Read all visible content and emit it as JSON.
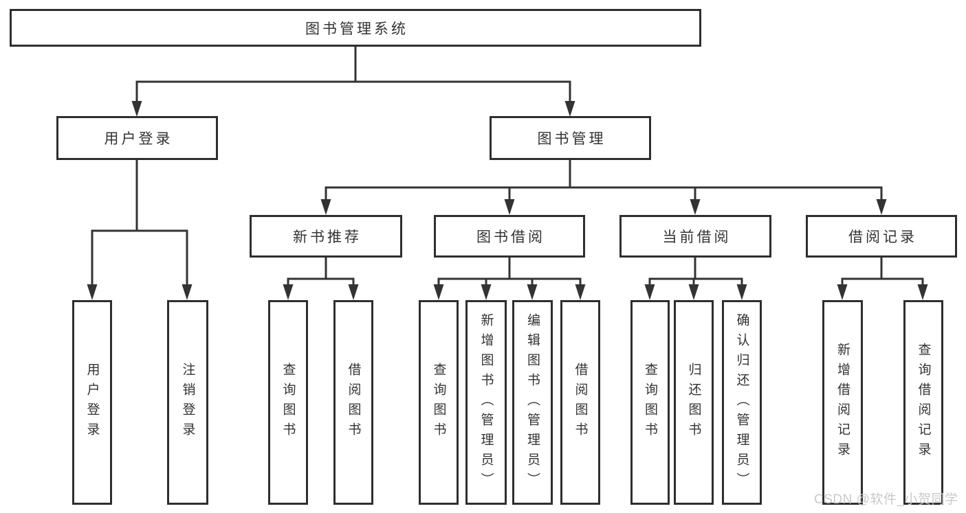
{
  "title": "图书管理系统",
  "branches": [
    {
      "label": "用户登录",
      "leaves": [
        "用户登录",
        "注销登录"
      ]
    },
    {
      "label": "图书管理",
      "groups": [
        {
          "label": "新书推荐",
          "leaves": [
            "查询图书",
            "借阅图书"
          ]
        },
        {
          "label": "图书借阅",
          "leaves": [
            "查询图书",
            "新增图书（管理员）",
            "编辑图书（管理员）",
            "借阅图书"
          ]
        },
        {
          "label": "当前借阅",
          "leaves": [
            "查询图书",
            "归还图书",
            "确认归还（管理员）"
          ]
        },
        {
          "label": "借阅记录",
          "leaves": [
            "新增借阅记录",
            "查询借阅记录"
          ]
        }
      ]
    }
  ],
  "watermark": "CSDN @软件_小贺同学",
  "colors": {
    "line": "#333333",
    "box_border": "#2e2e2e",
    "text": "#333333",
    "watermark": "#c6c6c6",
    "background": "#ffffff"
  }
}
